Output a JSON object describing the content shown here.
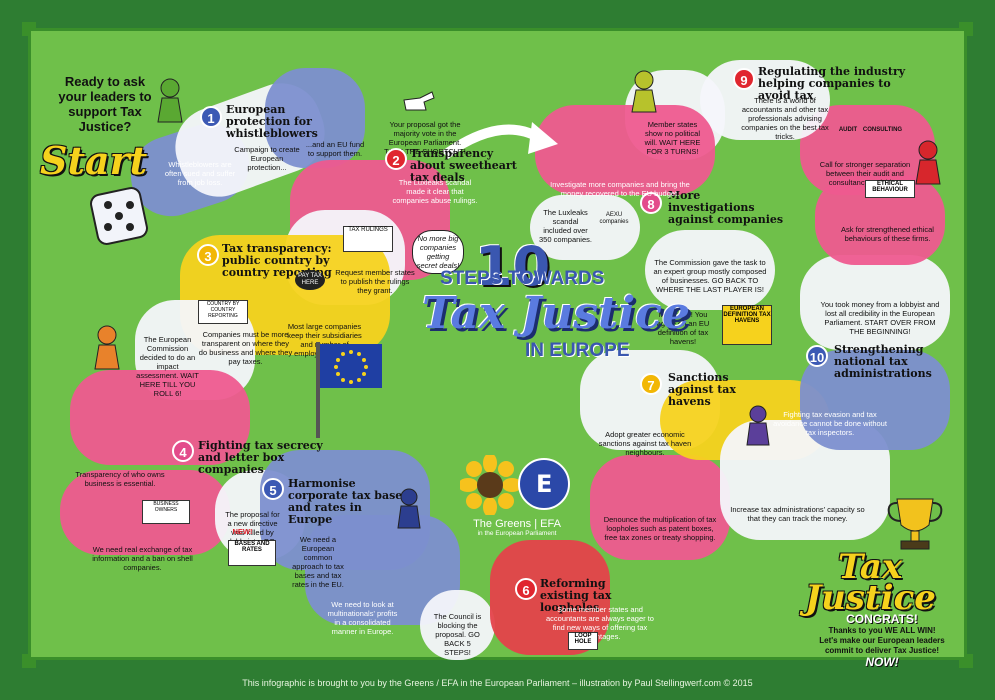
{
  "intro": "Ready to ask your leaders to support Tax Justice?",
  "start": "Start",
  "title": {
    "number": "10",
    "steps": "STEPS TOWARDS",
    "tax_justice": "Tax Justice",
    "europe": "IN EUROPE"
  },
  "steps": [
    {
      "n": "1",
      "title": "European protection for whistleblowers"
    },
    {
      "n": "2",
      "title": "Transparency about sweetheart tax deals"
    },
    {
      "n": "3",
      "title": "Tax transparency: public country by country reporting"
    },
    {
      "n": "4",
      "title": "Fighting tax secrecy and letter box companies"
    },
    {
      "n": "5",
      "title": "Harmonise corporate tax base and rates in Europe"
    },
    {
      "n": "6",
      "title": "Reforming existing tax loopholes"
    },
    {
      "n": "7",
      "title": "Sanctions against tax havens"
    },
    {
      "n": "8",
      "title": "More investigations against companies"
    },
    {
      "n": "9",
      "title": "Regulating the industry helping companies to avoid tax"
    },
    {
      "n": "10",
      "title": "Strengthening national tax administrations"
    }
  ],
  "captions": {
    "s1a": "Whistleblowers are often sued and suffer from job loss.",
    "s1b": "Campaign to create European protection...",
    "s1c": "...and an EU fund to support them.",
    "shortcut": "Your proposal got the majority vote in the European Parliament. TAKE THE SHORTCUT!",
    "s2a": "The Luxleaks scandal made it clear that companies abuse rulings.",
    "s2b": "Request member states to publish the rulings they grant.",
    "s2bubble": "No more big companies getting secret deals!",
    "s2sign": "TAX RULINGS",
    "s3a": "Companies must be more transparent on where they do business and where they pay taxes.",
    "s3b": "Most large companies keep their subsidiaries and number of employees secret.",
    "s3sign": "PAY TAX HERE",
    "s3board": "COUNTRY BY COUNTRY REPORTING",
    "commission": "The European Commission decided to do an impact assessment. WAIT HERE TILL YOU ROLL 6!",
    "s4a": "Transparency of who owns business is essential.",
    "s4b": "We need real exchange of tax information and a ban on shell companies.",
    "s4board": "BUSINESS OWNERS",
    "lobby": "The proposal for a new directive was killed by lobbyists. GO BACK 2 STEPS!",
    "s5a": "We need a European common approach to tax bases and tax rates in the EU.",
    "s5sign": "BASES AND RATES",
    "s5new": "NEW!",
    "s5b": "We need to look at multinationals' profits in a consolidated manner in Europe.",
    "council": "The Council is blocking the proposal. GO BACK 5 STEPS!",
    "s6a": "Some member states and accountants are always eager to find new ways of offering tax advantages.",
    "s6sign": "LOOP HOLE",
    "s6b": "Denounce the multiplication of tax loopholes such as patent boxes, free tax zones or treaty shopping.",
    "s7a": "Adopt greater economic sanctions against tax haven neighbours.",
    "majorwin": "Major win! You agree on an EU definition of tax havens!",
    "s7book": "EUROPEAN DEFINITION TAX HAVENS",
    "expert": "The Commission gave the task to an expert group mostly composed of businesses. GO BACK TO WHERE THE LAST PLAYER IS!",
    "s8a": "The Luxleaks scandal included over 350 companies.",
    "s8b": "Investigate more companies and bring the money recovered to the EU budget.",
    "s8docs": "AEXU companies",
    "nopolitical": "Member states show no political will. WAIT HERE FOR 3 TURNS!",
    "s9a": "There is a world of accountants and other tax professionals advising companies on the best tax tricks.",
    "s9b": "Call for stronger separation between their audit and consultancy activities.",
    "s9audit": "AUDIT",
    "s9consult": "CONSULTING",
    "s9c": "Ask for strengthened ethical behaviours of these firms.",
    "s9ethical": "ETHICAL BEHAVIOUR",
    "money": "You took money from a lobbyist and lost all credibility in the European Parliament. START OVER FROM THE BEGINNING!",
    "s10a": "Fighting tax evasion and tax avoidance cannot be done without tax inspectors.",
    "s10b": "Increase tax administrations' capacity so that they can track the money."
  },
  "greens": {
    "name": "The Greens | EFA",
    "sub": "in the European Parliament"
  },
  "final": {
    "tax": "Tax",
    "justice": "Justice",
    "congrats": "CONGRATS!",
    "line1": "Thanks to you WE ALL WIN!",
    "line2": "Let's make our European leaders commit to deliver Tax Justice!",
    "now": "NOW!"
  },
  "footer": "This infographic is brought to you by the Greens / EFA in the European Parliament – illustration by Paul Stellingwerf.com © 2015",
  "colors": {
    "board": "#6fc04a",
    "blue": "#7c8fcf",
    "pink": "#ee5a8f",
    "yellow": "#f6d21d",
    "red": "#e4424a"
  }
}
